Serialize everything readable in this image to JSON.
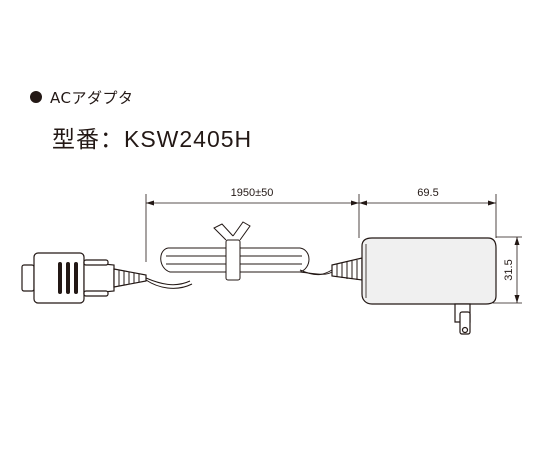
{
  "section_title": "ACアダプタ",
  "model": {
    "label": "型番：",
    "value": "KSW2405H"
  },
  "dimensions": {
    "cable_length": "1950±50",
    "adapter_length": "69.5",
    "adapter_height": "31.5"
  },
  "colors": {
    "ink": "#231815",
    "body_fill": "#f0f0f0"
  },
  "icons": {
    "bullet": "filled-circle"
  }
}
